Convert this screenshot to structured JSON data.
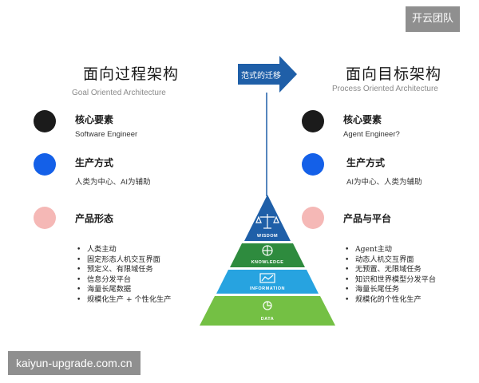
{
  "watermark_top": "开云团队",
  "watermark_bottom": "kaiyun-upgrade.com.cn",
  "arrow": {
    "label": "范式的迁移",
    "color": "#1f5fa8"
  },
  "left": {
    "title": "面向过程架构",
    "subtitle": "Goal Oriented Architecture",
    "items": [
      {
        "label": "核心要素",
        "value": "Software Engineer",
        "color": "#1b1b1b"
      },
      {
        "label": "生产方式",
        "value": "人类为中心、AI为辅助",
        "color": "#1460e8"
      },
      {
        "label": "产品形态",
        "value": "",
        "color": "#f5b8b6"
      }
    ],
    "bullets": [
      "人类主动",
      "固定形态人机交互界面",
      "预定义、有限域任务",
      "信息分发平台",
      "海量长尾数据",
      "规模化生产 + 个性化生产"
    ]
  },
  "right": {
    "title": "面向目标架构",
    "subtitle": "Process Oriented Architecture",
    "items": [
      {
        "label": "核心要素",
        "value": "Agent Engineer?",
        "color": "#1b1b1b"
      },
      {
        "label": "生产方式",
        "value": "AI为中心、人类为辅助",
        "color": "#1460e8"
      },
      {
        "label": "产品与平台",
        "value": "",
        "color": "#f5b8b6"
      }
    ],
    "bullets": [
      "Agent主动",
      "动态人机交互界面",
      "无预置、无限域任务",
      "知识和世界模型分发平台",
      "海量长尾任务",
      "规模化的个性化生产"
    ]
  },
  "pyramid": {
    "tiers": [
      {
        "label": "WISDOM",
        "icon": "scales-icon",
        "color": "#1f5fa8"
      },
      {
        "label": "KNOWLEDGE",
        "icon": "brain-icon",
        "color": "#2e8b3e"
      },
      {
        "label": "INFORMATION",
        "icon": "chart-icon",
        "color": "#27a3e0"
      },
      {
        "label": "DATA",
        "icon": "pie-icon",
        "color": "#74c044"
      }
    ]
  }
}
